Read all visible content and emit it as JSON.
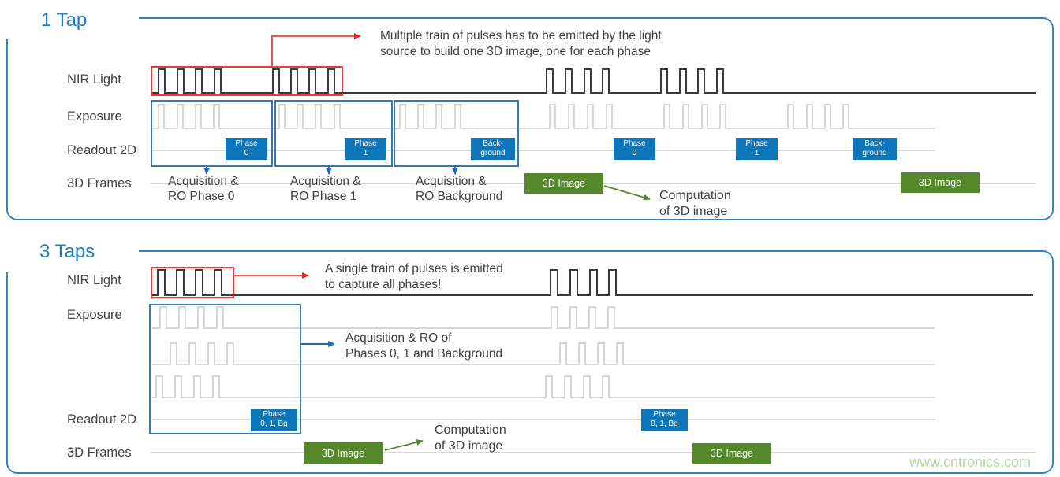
{
  "colors": {
    "accent_blue": "#1a7dc1",
    "panel_border_blue": "#2e86c8",
    "phase_box_blue": "#0d76bb",
    "outline_box_blue": "#1c6bad",
    "green": "#55872b",
    "red": "#e8251d",
    "waveform_dark": "#3a3a3a",
    "waveform_light": "#c9c9c9",
    "text": "#3f3f3f",
    "watermark_green": "#b7d5a0"
  },
  "one_tap": {
    "title": "1 Tap",
    "rows": {
      "nir": "NIR Light",
      "exposure": "Exposure",
      "readout": "Readout 2D",
      "frames": "3D Frames"
    },
    "annotation": {
      "line1": "Multiple train of pulses has to be emitted by the light",
      "line2": "source to build one 3D image, one for each phase"
    },
    "phases": [
      {
        "line1": "Phase",
        "line2": "0"
      },
      {
        "line1": "Phase",
        "line2": "1"
      },
      {
        "line1": "Back-",
        "line2": "ground"
      },
      {
        "line1": "Phase",
        "line2": "0"
      },
      {
        "line1": "Phase",
        "line2": "1"
      },
      {
        "line1": "Back-",
        "line2": "ground"
      }
    ],
    "acquisitions": [
      {
        "line1": "Acquisition &",
        "line2": "RO Phase 0"
      },
      {
        "line1": "Acquisition &",
        "line2": "RO Phase 1"
      },
      {
        "line1": "Acquisition &",
        "line2": "RO Background"
      }
    ],
    "image_label": "3D Image",
    "computation": {
      "line1": "Computation",
      "line2": "of 3D image"
    }
  },
  "three_taps": {
    "title": "3 Taps",
    "rows": {
      "nir": "NIR Light",
      "exposure": "Exposure",
      "readout": "Readout 2D",
      "frames": "3D Frames"
    },
    "annotation": {
      "line1": "A single train of pulses is emitted",
      "line2": "to capture all phases!"
    },
    "acquisition": {
      "line1": "Acquisition & RO of",
      "line2": "Phases 0, 1 and Background"
    },
    "phases": [
      {
        "line1": "Phase",
        "line2": "0, 1, Bg"
      },
      {
        "line1": "Phase",
        "line2": "0, 1, Bg"
      }
    ],
    "image_label": "3D Image",
    "computation": {
      "line1": "Computation",
      "line2": "of 3D image"
    }
  },
  "watermark": "www.cntronics.com"
}
